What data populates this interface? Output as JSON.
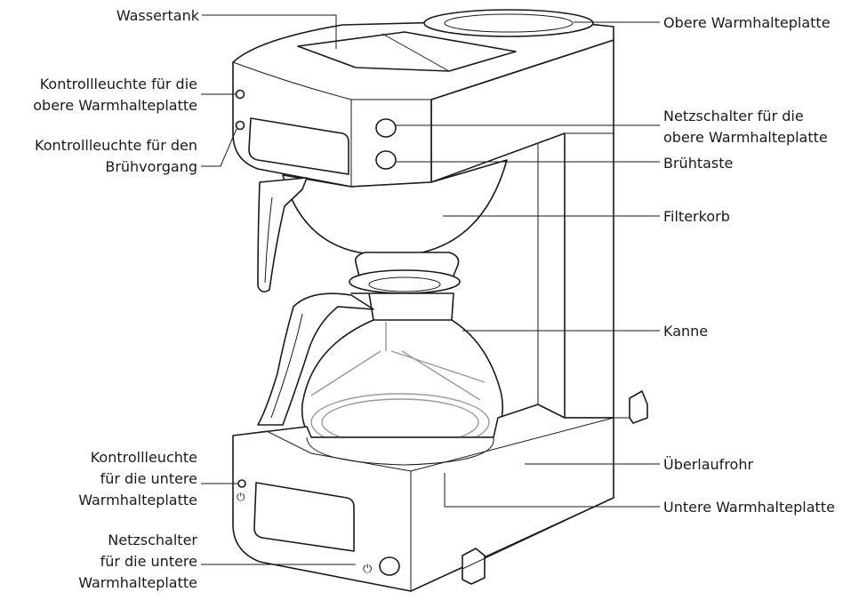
{
  "labels": {
    "wassertank": "Wassertank",
    "obere_warmhalteplatte": "Obere Warmhalteplatte",
    "kontroll_obere_1": "Kontrollleuchte für die",
    "kontroll_obere_2": "obere Warmhalteplatte",
    "kontroll_bruehen_1": "Kontrollleuchte für den",
    "kontroll_bruehen_2": "Brühvorgang",
    "netzschalter_oben_1": "Netzschalter für die",
    "netzschalter_oben_2": "obere Warmhalteplatte",
    "bruehtaste": "Brühtaste",
    "filterkorb": "Filterkorb",
    "kanne": "Kanne",
    "kontroll_untere_1": "Kontrollleuchte",
    "kontroll_untere_2": "für die untere",
    "kontroll_untere_3": "Warmhalteplatte",
    "ueberlaufrohr": "Überlaufrohr",
    "untere_warmhalteplatte": "Untere Warmhalteplatte",
    "netzschalter_unten_1": "Netzschalter",
    "netzschalter_unten_2": "für die untere",
    "netzschalter_unten_3": "Warmhalteplatte"
  },
  "icons": {
    "power_symbol": "⏻"
  }
}
